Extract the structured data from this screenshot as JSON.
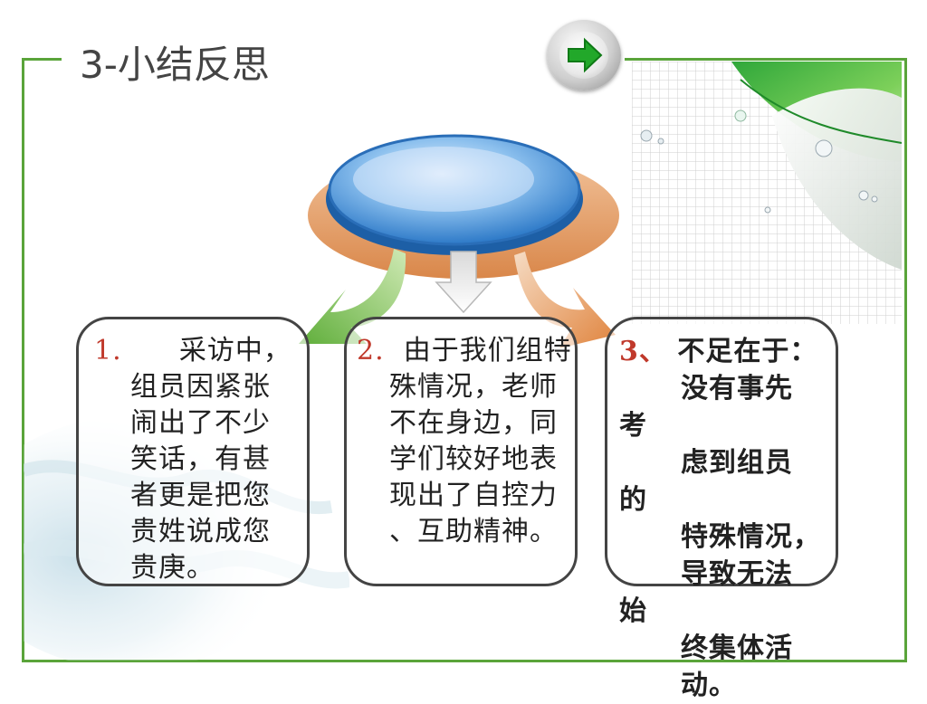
{
  "slide": {
    "title": "3-小结反思"
  },
  "nav": {
    "next_icon": "right-arrow-icon"
  },
  "points": [
    {
      "number": "1.",
      "lines": [
        "采访中，",
        "组员因紧张",
        "闹出了不少",
        "笑话，有甚",
        "者更是把您",
        "贵姓说成您",
        "贵庚。"
      ]
    },
    {
      "number": "2.",
      "lines": [
        "由于我们组特",
        "殊情况，老师",
        "不在身边，同",
        "学们较好地表",
        "现出了自控力",
        "、互助精神。"
      ]
    },
    {
      "number": "3、",
      "lines": [
        "不足在于：",
        "没有事先",
        "考",
        "虑到组员",
        "的",
        "特殊情况，",
        "导致无法",
        "始",
        "终集体活",
        "动。"
      ]
    }
  ],
  "colors": {
    "frame": "#5aa43a",
    "number": "#c0392b",
    "hub_blue": "#2f7fcf",
    "hub_orange": "#e39a5c",
    "arrow_green": "#6cb744",
    "arrow_orange": "#e8904a"
  }
}
